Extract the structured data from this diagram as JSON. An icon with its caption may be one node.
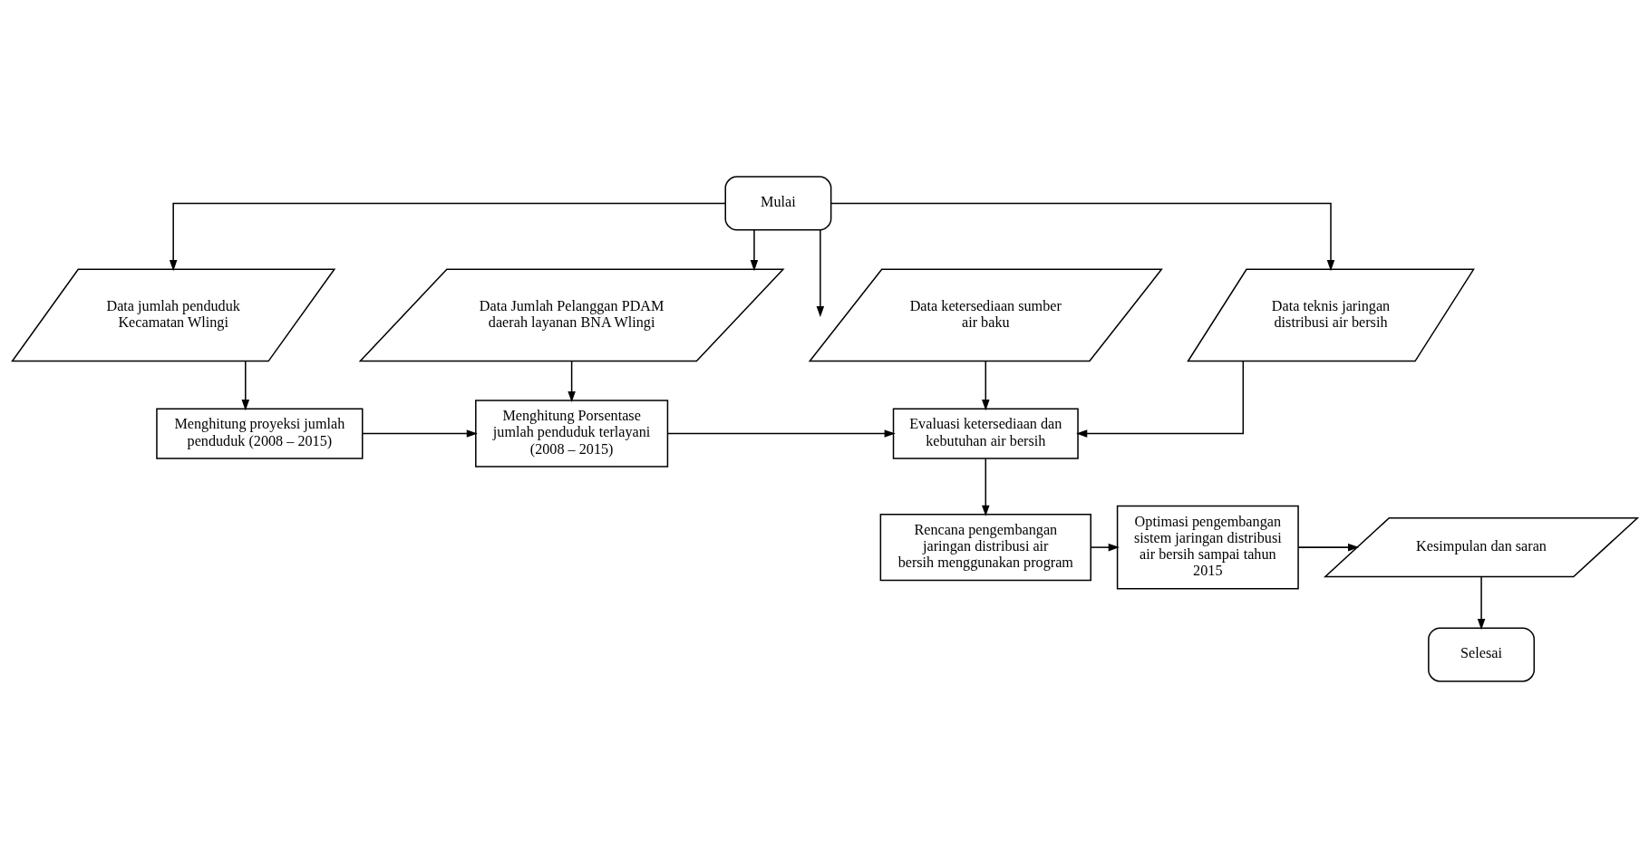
{
  "diagram": {
    "nodes": [
      {
        "text": [
          "Mulai"
        ]
      },
      {
        "text": [
          "Data jumlah penduduk Kecamatan Wlingi"
        ]
      },
      {
        "text": [
          "Data Jumlah Pelanggan PDAM daerah layanan BNA Wlingi"
        ]
      },
      {
        "text": [
          "Data ketersediaan sumber air baku"
        ]
      },
      {
        "text": [
          "Data teknis jaringan distribusi air bersih"
        ]
      },
      {
        "text": [
          "Menghitung proyeksi jumlah penduduk (2008 – 2015)"
        ]
      },
      {
        "text": [
          "Menghitung Porsentase jumlah penduduk terlayani (2008 – 2015)"
        ]
      },
      {
        "text": [
          "Evaluasi ketersediaan dan kebutuhan air bersih"
        ]
      },
      {
        "text": [
          "Rencana pengembangan jaringan distribusi air bersih menggunakan program"
        ]
      },
      {
        "text": [
          "Optimasi pengembangan sistem jaringan distribusi air bersih sampai tahun 2015"
        ]
      },
      {
        "text": [
          "Kesimpulan dan saran"
        ]
      },
      {
        "text": [
          "Selesai"
        ]
      }
    ],
    "edges": [
      {
        "from": 0,
        "to": 1,
        "arrow": "to"
      },
      {
        "from": 0,
        "to": 2,
        "arrow": "to"
      },
      {
        "from": 0,
        "to": 3,
        "arrow": "to"
      },
      {
        "from": 0,
        "to": 4,
        "arrow": "to"
      },
      {
        "from": 1,
        "to": 5,
        "arrow": "to"
      },
      {
        "from": 2,
        "to": 6,
        "arrow": "to"
      },
      {
        "from": 3,
        "to": 7,
        "arrow": "to"
      },
      {
        "from": 4,
        "to": 7,
        "arrow": "to"
      },
      {
        "from": 5,
        "to": 6,
        "arrow": "to"
      },
      {
        "from": 6,
        "to": 7,
        "arrow": "to"
      },
      {
        "from": 7,
        "to": 8,
        "arrow": "to"
      },
      {
        "from": 8,
        "to": 9,
        "arrow": "to"
      },
      {
        "from": 9,
        "to": 10,
        "arrow": "to"
      },
      {
        "from": 10,
        "to": 11,
        "arrow": "to"
      }
    ]
  }
}
